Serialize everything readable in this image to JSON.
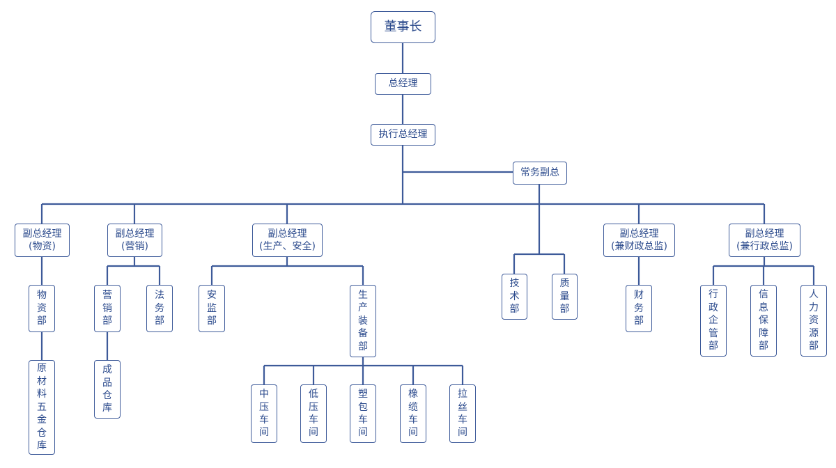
{
  "nodes": {
    "chairman": "董事长",
    "gm": "总经理",
    "exec_gm": "执行总经理",
    "exec_vp": "常务副总",
    "vp_materials": "副总经理\n(物资)",
    "vp_sales": "副总经理\n(营销)",
    "vp_production": "副总经理\n(生产、安全)",
    "vp_finance": "副总经理\n(兼财政总监)",
    "vp_admin": "副总经理\n(兼行政总监)",
    "materials_dept": "物资部",
    "raw_warehouse": "原材料五金仓库",
    "sales_dept": "营销部",
    "finished_warehouse": "成品仓库",
    "legal_dept": "法务部",
    "safety_dept": "安监部",
    "equipment_dept": "生产装备部",
    "mp_workshop": "中压车间",
    "lp_workshop": "低压车间",
    "plastic_workshop": "塑包车间",
    "rubber_workshop": "橡缆车间",
    "wire_workshop": "拉丝车间",
    "tech_dept": "技术部",
    "quality_dept": "质量部",
    "finance_dept": "财务部",
    "admin_dept": "行政企管部",
    "it_dept": "信息保障部",
    "hr_dept": "人力资源部"
  },
  "colors": {
    "line": "#3d5a99",
    "text": "#2b4a8c"
  }
}
